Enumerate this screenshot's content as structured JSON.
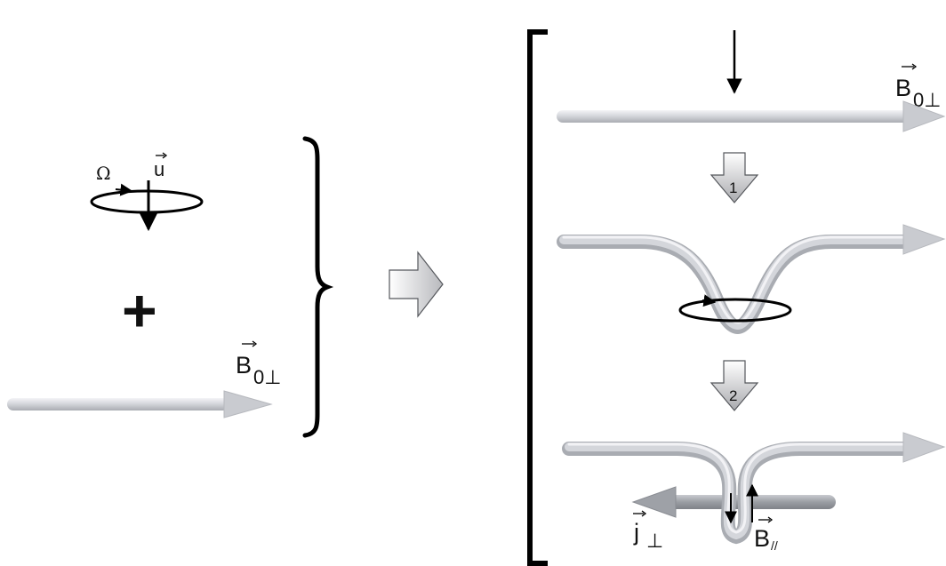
{
  "labels": {
    "omega": "Ω",
    "u": "u",
    "plus": "+",
    "B0_base": "B",
    "B0_sub": "0⊥",
    "step1": "1",
    "step2": "2",
    "j_base": "j",
    "j_sub": "⊥",
    "Bpar_base": "B",
    "Bpar_sub": "//"
  },
  "colors": {
    "tube_light": "#f3f3f6",
    "tube_mid": "#cfd1d6",
    "tube_dark": "#9ea1a7",
    "arrowhead": "#c8cacf",
    "ink": "#000000"
  }
}
